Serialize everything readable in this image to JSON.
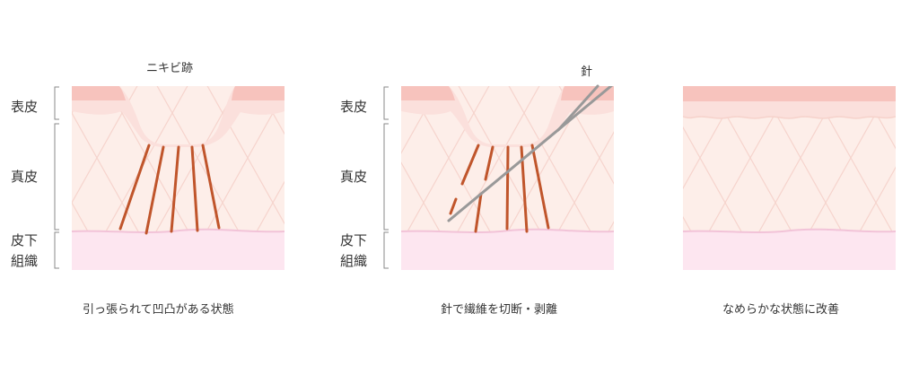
{
  "colors": {
    "epidermis": "#f7c3bd",
    "epidermis_light": "#fbe0dc",
    "dermis": "#fdeee9",
    "subcutis": "#fde6f0",
    "mesh_line": "#f6d4cd",
    "boundary": "#f2c3d8",
    "fiber": "#c0552b",
    "needle": "#999999",
    "bracket": "#8a8a8a",
    "text": "#333333"
  },
  "layer_labels": {
    "epidermis": "表皮",
    "dermis": "真皮",
    "subcutis_line1": "皮下",
    "subcutis_line2": "組織"
  },
  "panels": [
    {
      "top_label": "ニキビ跡",
      "caption": "引っ張られて凹凸がある状態"
    },
    {
      "top_label": "針",
      "caption": "針で繊維を切断・剥離"
    },
    {
      "top_label": "",
      "caption": "なめらかな状態に改善"
    }
  ]
}
